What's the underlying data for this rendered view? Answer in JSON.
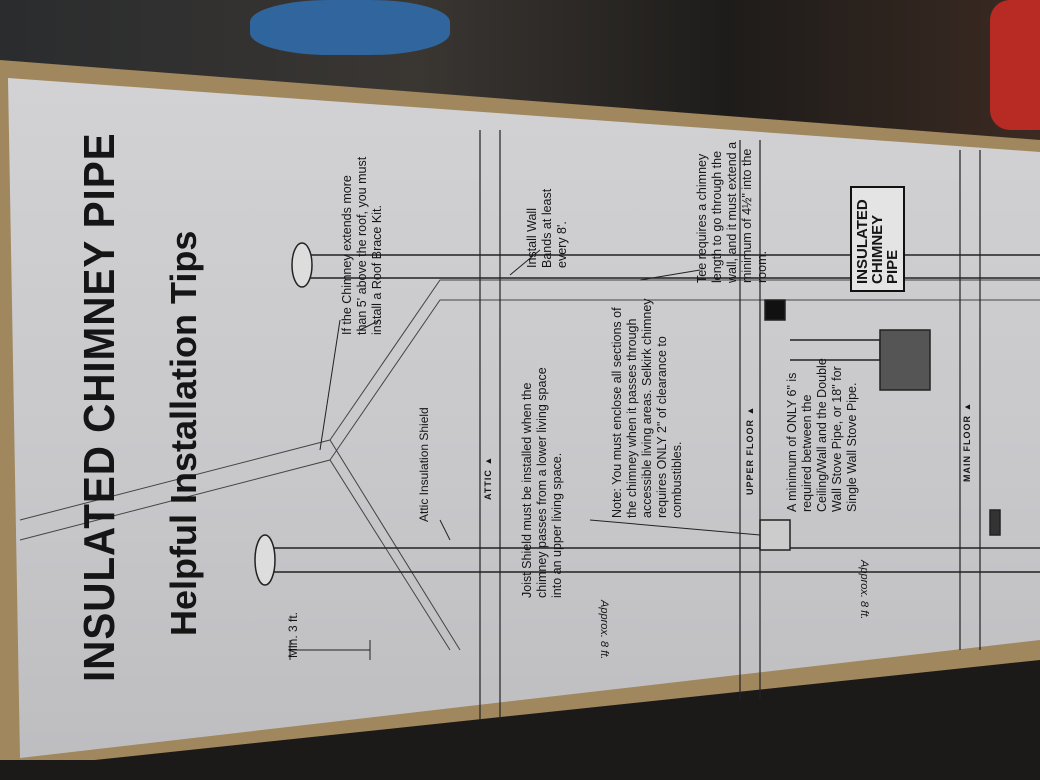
{
  "box": {
    "title": "INSULATED CHIMNEY PIPE",
    "subtitle": "Helpful Installation Tips",
    "tips": {
      "roof_brace": "If the Chimney extends more than 5' above the roof, you must install a Roof Brace Kit.",
      "wall_bands": "Install Wall Bands at least every 8'.",
      "tee": "Tee requires a chimney length to go through the wall, and it must extend a minimum of 4½\" into the room.",
      "joist_shield": "Joist Shield must be installed when the chimney passes from a lower living space into an upper living space.",
      "note": "Note: You must enclose all sections of the chimney when it passes through accessible living areas. Selkirk chimney requires ONLY 2\" of clearance to combustibles.",
      "clearance": "A minimum of ONLY 6\" is required between the Ceiling/Wall and the Double Wall Stove Pipe, or 18\" for Single Wall Stove Pipe."
    },
    "labels": {
      "attic_shield": "Attic Insulation Shield",
      "attic": "ATTIC ▲",
      "upper_floor": "UPPER FLOOR ▲",
      "main_floor": "MAIN FLOOR ▲",
      "min_height": "Min. 3 ft.",
      "approx_1": "Approx. 8 ft.",
      "approx_2": "Approx. 8 ft."
    },
    "logo": "INSULATED CHIMNEY PIPE"
  }
}
